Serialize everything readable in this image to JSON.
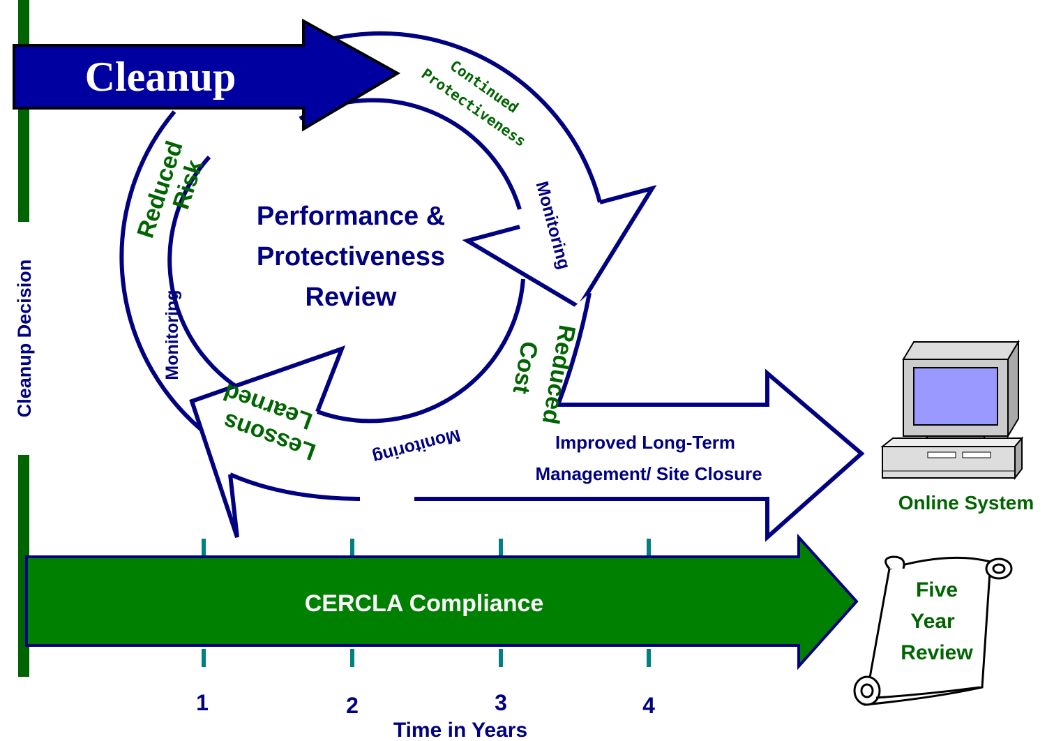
{
  "colors": {
    "navy": "#000080",
    "green": "#006400",
    "bar_green": "#008000",
    "teal": "#008080",
    "screen": "#9999ff"
  },
  "labels": {
    "cleanup": "Cleanup",
    "cleanup_decision": "Cleanup Decision",
    "continued": "Continued",
    "protectiveness": "Protectiveness",
    "monitoring": "Monitoring",
    "reduced": "Reduced",
    "risk": "Risk",
    "reduced_cost": "Reduced",
    "cost": "Cost",
    "lessons": "Lessons",
    "learned": "Learned",
    "center_line1": "Performance &",
    "center_line2": "Protectiveness",
    "center_line3": "Review",
    "improved_line1": "Improved Long-Term",
    "improved_line2": "Management/ Site Closure",
    "online_system": "Online System",
    "cercla": "CERCLA Compliance",
    "five": "Five",
    "year": "Year",
    "review": "Review",
    "time_in_years": "Time in Years"
  },
  "years": [
    "1",
    "2",
    "3",
    "4"
  ],
  "icons": {
    "computer": "computer-icon",
    "scroll": "scroll-icon"
  }
}
